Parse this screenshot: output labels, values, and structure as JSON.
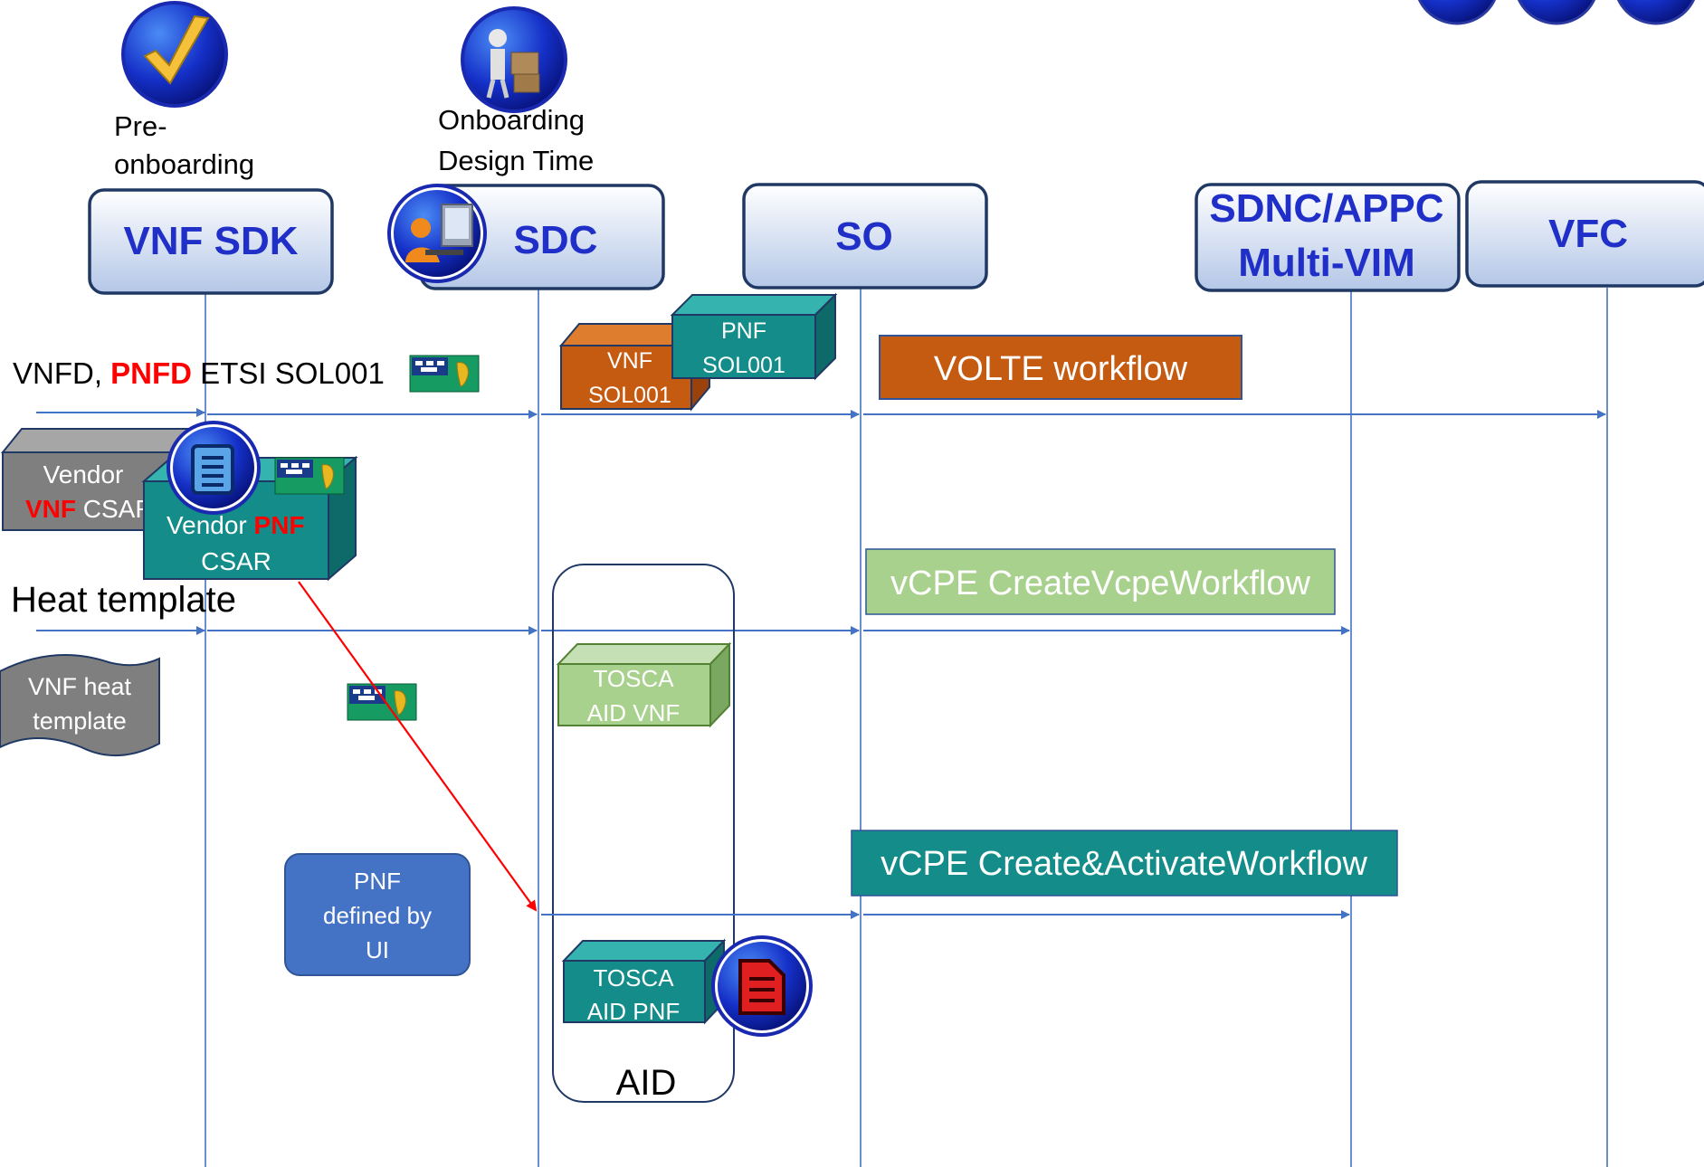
{
  "phases": {
    "pre_onboarding": {
      "line1": "Pre-",
      "line2": "onboarding",
      "icon": "checkmark-icon"
    },
    "onboarding_design_time": {
      "line1": "Onboarding",
      "line2": "Design Time",
      "icon": "person-with-boxes-icon"
    }
  },
  "components": {
    "vnf_sdk": "VNF SDK",
    "sdc": "SDC",
    "so": "SO",
    "sdnc_line1": "SDNC/APPC",
    "sdnc_line2": "Multi-VIM",
    "vfc": "VFC"
  },
  "flow1": {
    "prefix": "VNFD, ",
    "pnfd": "PNFD",
    "suffix": " ETSI SOL001",
    "vnf_box": {
      "line1": "VNF",
      "line2": "SOL001"
    },
    "pnf_box": {
      "line1": "PNF",
      "line2": "SOL001"
    },
    "workflow": "VOLTE workflow"
  },
  "csar": {
    "vendor_vnf": {
      "line1": "Vendor",
      "red": "VNF",
      "rest": " CSAR"
    },
    "vendor_pnf": {
      "line1a": "Vendor ",
      "red": "PNF",
      "line2": "CSAR"
    }
  },
  "flow2": {
    "label": "Heat template",
    "heat_doc": {
      "line1": "VNF heat",
      "line2": "template"
    },
    "workflow": "vCPE CreateVcpeWorkflow"
  },
  "aid": {
    "label": "AID",
    "tosca_vnf": {
      "line1": "TOSCA",
      "line2": "AID VNF"
    },
    "tosca_pnf": {
      "line1": "TOSCA",
      "line2": "AID PNF"
    }
  },
  "flow3": {
    "pnf_ui": {
      "line1": "PNF",
      "line2": "defined by",
      "line3": "UI"
    },
    "workflow": "vCPE Create&ActivateWorkflow"
  },
  "colors": {
    "lifeline": "#4472c4",
    "arrow": "#4472c4",
    "red_arrow": "#ff0000",
    "orange": "#c55a11",
    "teal": "#138c8a",
    "light_green": "#a9d18e",
    "gray": "#7f7f7f",
    "blue_box": "#4472c4",
    "component_title": "#1f2fc8"
  }
}
